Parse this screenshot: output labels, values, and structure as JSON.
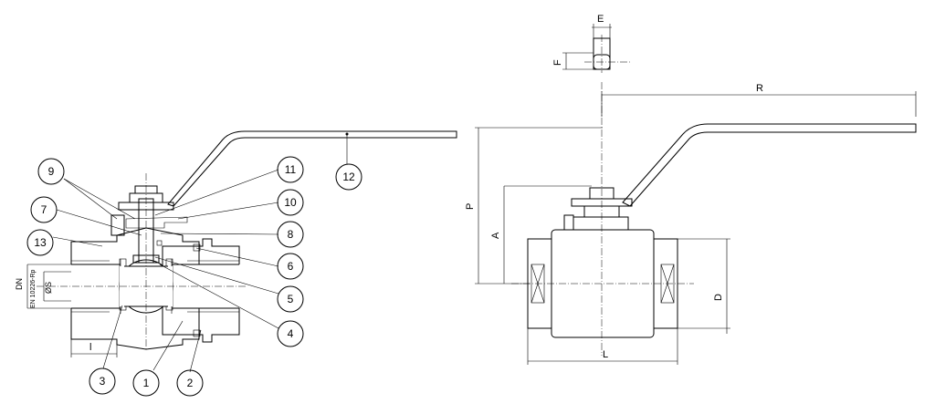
{
  "colors": {
    "body": "#8fd0a6",
    "end_cap": "#f5ee6e",
    "seat": "#ef8a1e",
    "seal": "#d23b2b",
    "ball": "#bde0ec",
    "stem": "#dcdcdc",
    "gland": "#4db6c9"
  },
  "callouts": [
    "1",
    "2",
    "3",
    "4",
    "5",
    "6",
    "7",
    "8",
    "9",
    "10",
    "11",
    "12",
    "13"
  ],
  "section_dims": {
    "dn": "DN",
    "dn_std": "EN 10226-Rp",
    "bore": "ØS",
    "thread_len": "l"
  },
  "dims": {
    "e": "E",
    "f": "F",
    "r": "R",
    "p": "P",
    "a": "A",
    "d": "D",
    "l": "L"
  }
}
